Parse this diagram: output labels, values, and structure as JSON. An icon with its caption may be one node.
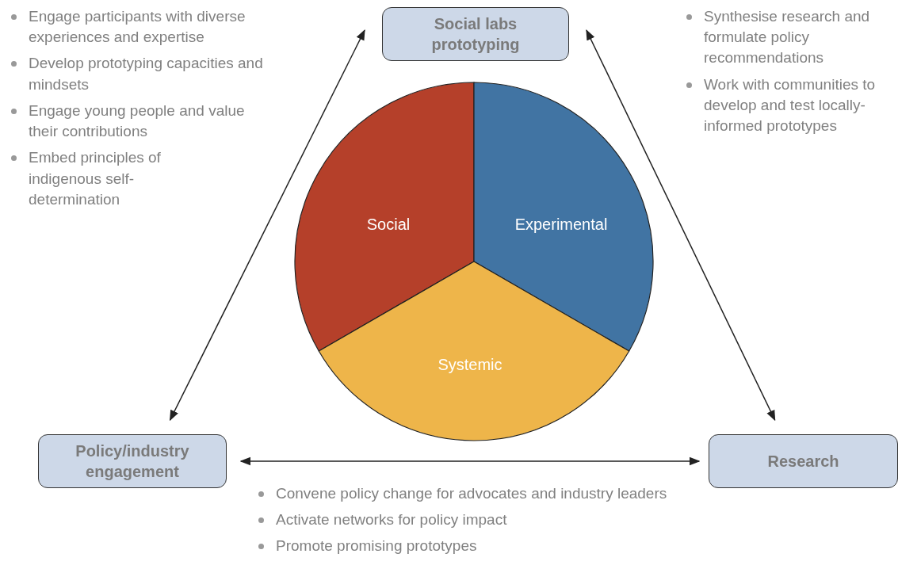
{
  "diagram": {
    "nodes": [
      {
        "text": [
          "Social labs prototyping"
        ]
      },
      {
        "text": [
          "Social"
        ]
      },
      {
        "text": [
          "Experimental"
        ]
      },
      {
        "text": [
          "Systemic"
        ]
      },
      {
        "text": [
          "Policy/industry engagement"
        ]
      },
      {
        "text": [
          "Research"
        ]
      }
    ],
    "edges": [
      {
        "from": 0,
        "to": 4,
        "arrow": "both"
      },
      {
        "from": 0,
        "to": 5,
        "arrow": "both"
      },
      {
        "from": 4,
        "to": 5,
        "arrow": "both"
      }
    ],
    "labels": [
      "Engage participants with diverse experiences and expertise",
      "Develop prototyping capacities and mindsets",
      "Engage young people and value their contributions",
      "Embed principles of indigenous self-determination",
      "Synthesise research and formulate policy recommendations",
      "Work with communities to develop and test locally-informed prototypes",
      "Convene policy change for advocates and industry leaders",
      "Activate networks for policy impact",
      "Promote promising prototypes"
    ]
  }
}
